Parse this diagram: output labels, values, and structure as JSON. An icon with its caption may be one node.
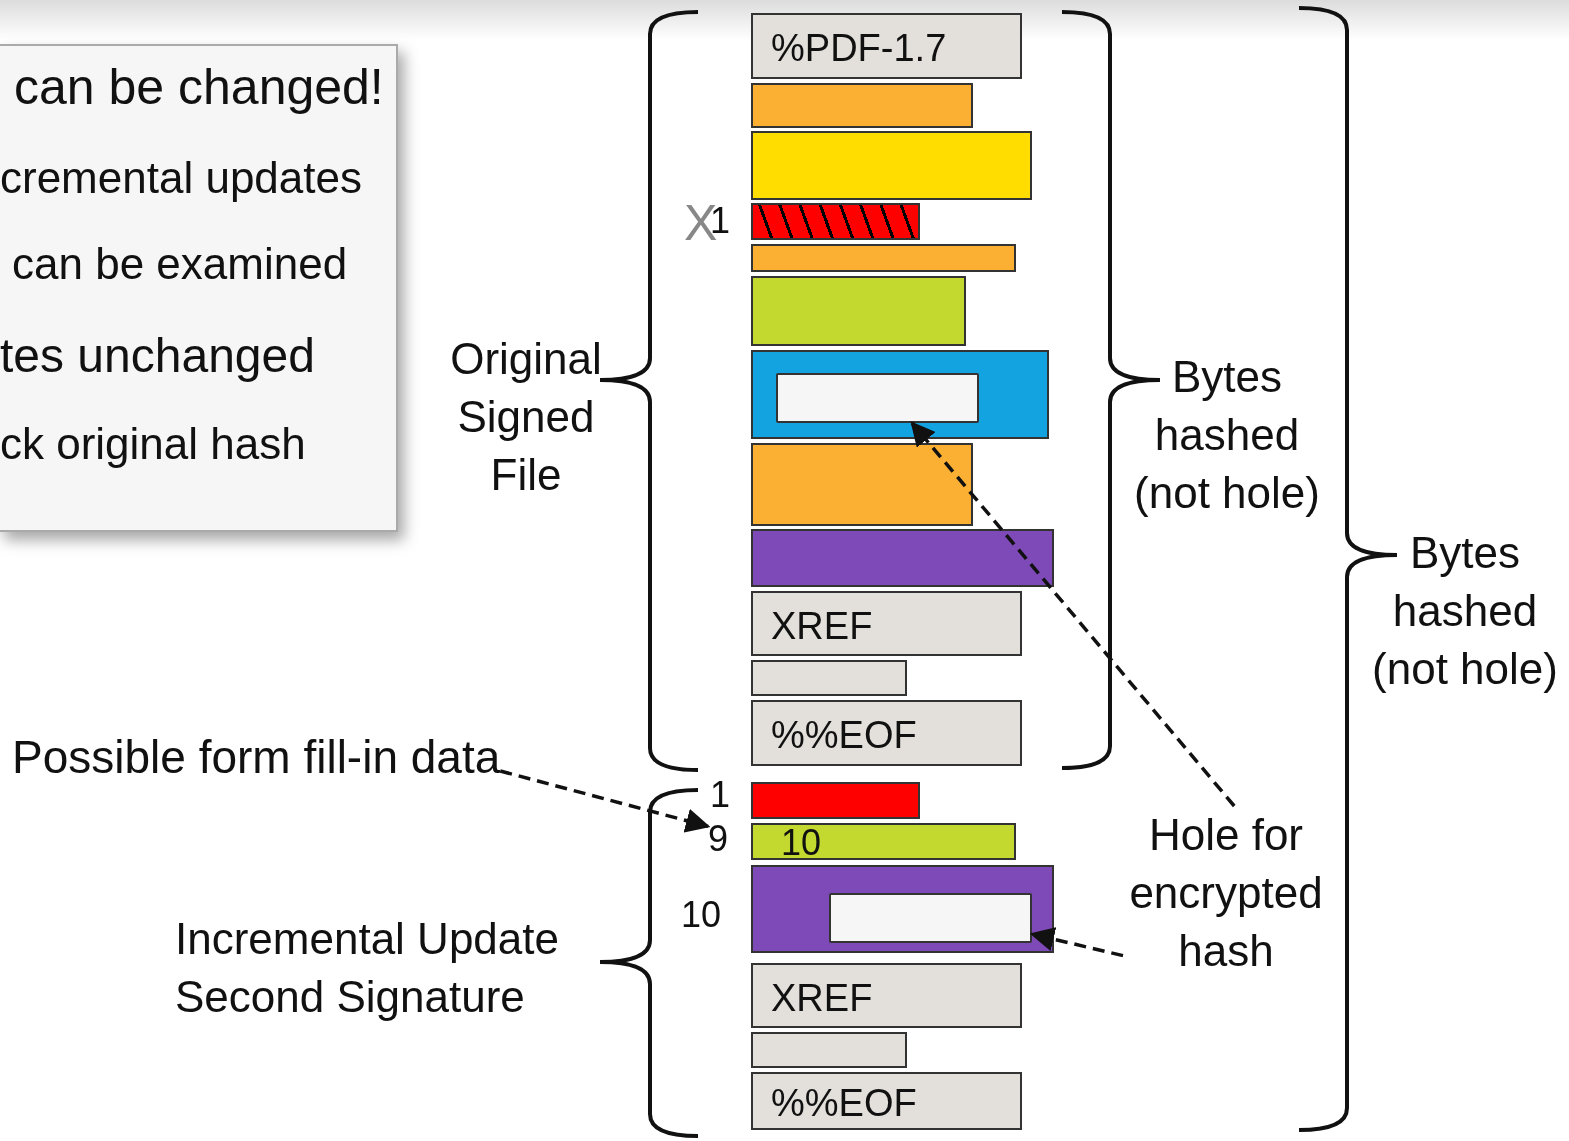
{
  "diagram": {
    "nodes": [
      {
        "text": [
          "can be changed!",
          "cremental updates",
          "can be examined",
          "tes unchanged",
          "ck original hash"
        ]
      },
      {
        "text": [
          "%PDF-1.7"
        ]
      },
      {
        "text": [],
        "shape": "bar"
      },
      {
        "text": [],
        "shape": "bar"
      },
      {
        "text": [],
        "shape": "bar"
      },
      {
        "text": [],
        "shape": "bar"
      },
      {
        "text": [],
        "shape": "bar"
      },
      {
        "text": [],
        "shape": "bar"
      },
      {
        "text": [],
        "shape": "box",
        "in": 7
      },
      {
        "text": [],
        "shape": "bar"
      },
      {
        "text": [],
        "shape": "bar"
      },
      {
        "text": [
          "XREF"
        ]
      },
      {
        "text": [],
        "shape": "bar"
      },
      {
        "text": [
          "%%EOF"
        ]
      },
      {
        "text": [],
        "shape": "bar"
      },
      {
        "text": [
          "10"
        ]
      },
      {
        "text": [],
        "shape": "bar"
      },
      {
        "text": [],
        "shape": "box",
        "in": 16
      },
      {
        "text": [
          "XREF"
        ]
      },
      {
        "text": [],
        "shape": "bar"
      },
      {
        "text": [
          "%%EOF"
        ]
      },
      {
        "text": [
          "Possible form fill-in data"
        ]
      },
      {
        "text": [
          "Hole for encrypted hash"
        ]
      },
      {
        "text": [
          "9"
        ]
      }
    ],
    "edges": [
      {
        "from": 21,
        "to": 23,
        "arrow": "to",
        "style": "dashed"
      },
      {
        "from": 22,
        "to": 8,
        "arrow": "to",
        "style": "dashed"
      },
      {
        "from": 22,
        "to": 17,
        "arrow": "to",
        "style": "dashed"
      }
    ],
    "labels": [
      "X",
      "1",
      "Original Signed File",
      "Bytes hashed (not hole)",
      "Bytes hashed (not hole)",
      "1",
      "10",
      "Incremental Update Second Signature"
    ]
  }
}
